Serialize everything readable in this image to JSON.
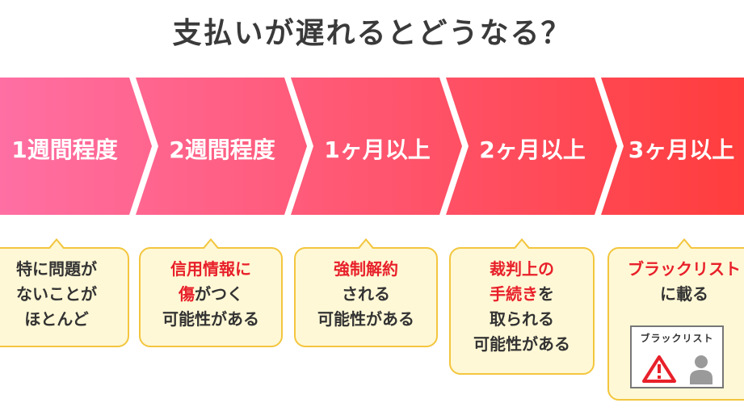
{
  "title": "支払いが遅れるとどうなる？",
  "colors": {
    "arrow_start": "#ff6fa3",
    "arrow_end": "#ff3d3d",
    "card_bg": "#fff8d6",
    "card_border": "#f3c63e",
    "emphasis": "#e8202a",
    "title": "#3a3a3a"
  },
  "steps": [
    {
      "label": "1週間程度",
      "lines": [
        [
          {
            "t": "特に問題が"
          }
        ],
        [
          {
            "t": "ないことが"
          }
        ],
        [
          {
            "t": "ほとんど"
          }
        ]
      ]
    },
    {
      "label": "2週間程度",
      "lines": [
        [
          {
            "t": "信用情報に",
            "red": true
          }
        ],
        [
          {
            "t": "傷",
            "red": true
          },
          {
            "t": "がつく"
          }
        ],
        [
          {
            "t": "可能性がある"
          }
        ]
      ]
    },
    {
      "label": "1ヶ月以上",
      "lines": [
        [
          {
            "t": "強制解約",
            "red": true
          }
        ],
        [
          {
            "t": "される"
          }
        ],
        [
          {
            "t": "可能性がある"
          }
        ]
      ]
    },
    {
      "label": "2ヶ月以上",
      "lines": [
        [
          {
            "t": "裁判上の",
            "red": true
          }
        ],
        [
          {
            "t": "手続き",
            "red": true
          },
          {
            "t": "を"
          }
        ],
        [
          {
            "t": "取られる"
          }
        ],
        [
          {
            "t": "可能性がある"
          }
        ]
      ]
    },
    {
      "label": "3ヶ月以上",
      "lines": [
        [
          {
            "t": "ブラックリスト",
            "red": true
          }
        ],
        [
          {
            "t": "に載る"
          }
        ]
      ]
    }
  ],
  "blacklist_box": {
    "label": "ブラックリスト",
    "warning_icon": "warning-triangle-icon",
    "person_icon": "person-icon"
  }
}
